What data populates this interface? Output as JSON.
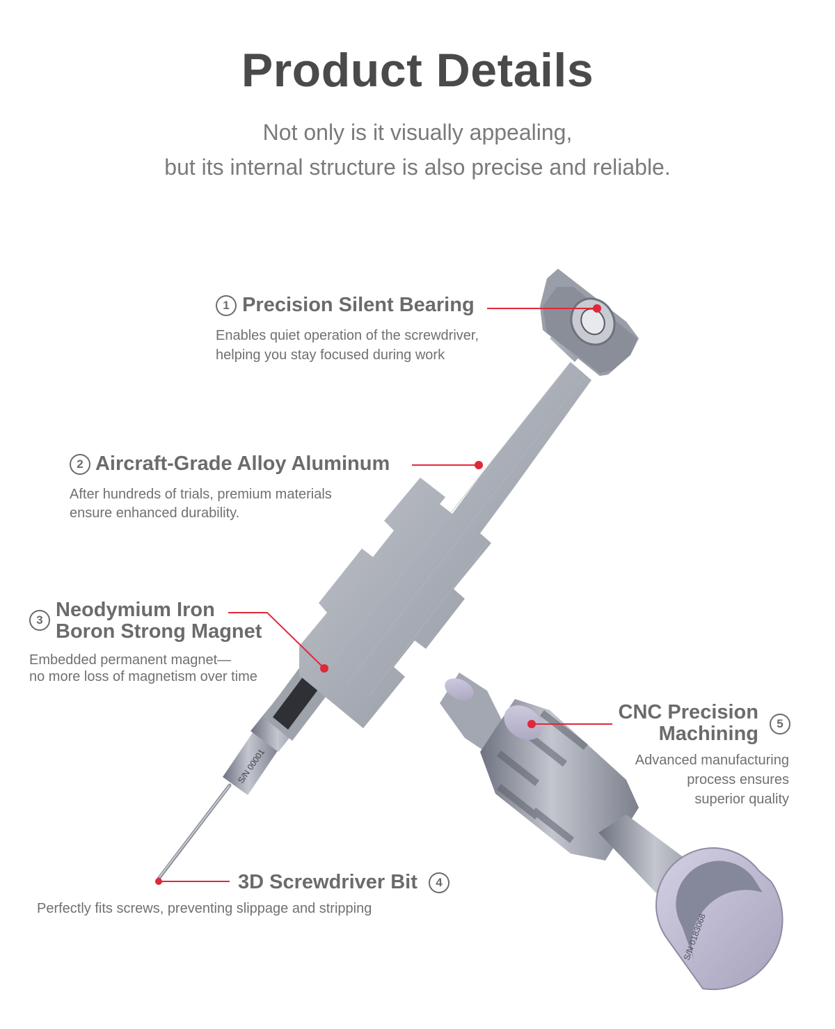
{
  "header": {
    "title": "Product Details",
    "subtitle_line1": "Not only is it visually appealing,",
    "subtitle_line2": "but its internal structure is also precise and reliable."
  },
  "features": [
    {
      "number": "1",
      "title": "Precision Silent Bearing",
      "desc_line1": "Enables quiet operation of the screwdriver,",
      "desc_line2": "helping you stay focused during work"
    },
    {
      "number": "2",
      "title": "Aircraft-Grade Alloy Aluminum",
      "desc_line1": "After hundreds of trials, premium materials",
      "desc_line2": "ensure enhanced durability."
    },
    {
      "number": "3",
      "title_line1": "Neodymium Iron",
      "title_line2": "Boron Strong Magnet",
      "desc_line1": "Embedded permanent magnet—",
      "desc_line2": "no more loss of magnetism over time"
    },
    {
      "number": "4",
      "title": "3D Screwdriver Bit",
      "desc_line1": "Perfectly fits screws, preventing slippage and stripping"
    },
    {
      "number": "5",
      "title_line1": "CNC Precision",
      "title_line2": "Machining",
      "desc_line1": "Advanced  manufacturing",
      "desc_line2": "process ensures",
      "desc_line3": "superior quality"
    }
  ],
  "product_marks": {
    "serial_main": "S/N 00001",
    "serial_detail": "S/N 0183068"
  },
  "colors": {
    "accent_red": "#e0283a",
    "metal_light": "#b8bcc4",
    "metal_dark": "#7a7e88",
    "text_dark": "#4a4a4a"
  }
}
